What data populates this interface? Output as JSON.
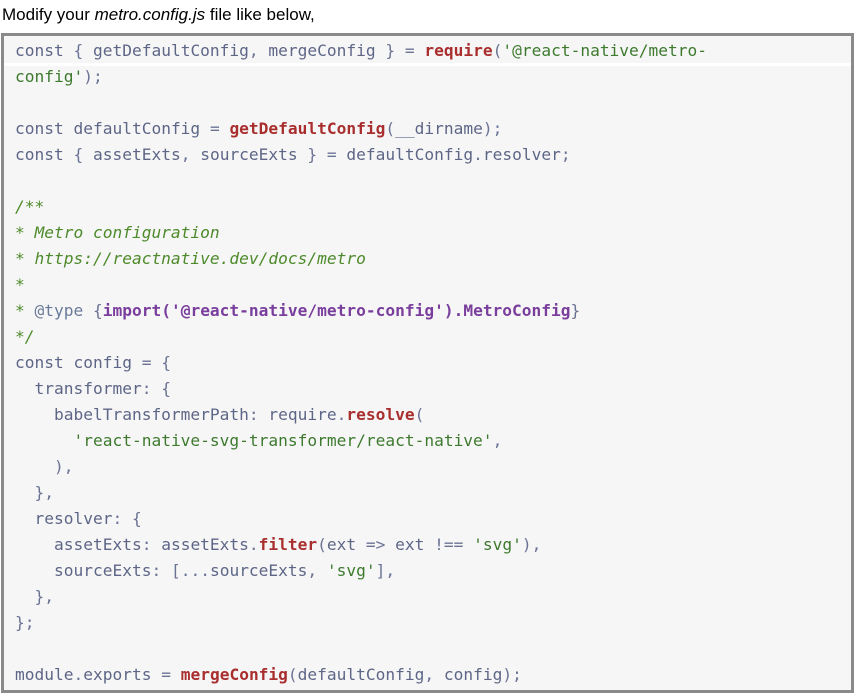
{
  "intro": {
    "prefix": "Modify your ",
    "filename": "metro.config.js",
    "suffix": " file like below,"
  },
  "code": {
    "language": "javascript",
    "lines": [
      [
        [
          "kw",
          "const"
        ],
        [
          "punct",
          " { "
        ],
        [
          "var",
          "getDefaultConfig"
        ],
        [
          "punct",
          ", "
        ],
        [
          "var",
          "mergeConfig"
        ],
        [
          "punct",
          " } "
        ],
        [
          "op",
          "="
        ],
        [
          "punct",
          " "
        ],
        [
          "fn",
          "require"
        ],
        [
          "punct",
          "("
        ],
        [
          "str",
          "'@react-native/metro-"
        ]
      ],
      [
        [
          "str",
          "config'"
        ],
        [
          "punct",
          ");"
        ]
      ],
      [],
      [
        [
          "kw",
          "const"
        ],
        [
          "punct",
          " "
        ],
        [
          "var",
          "defaultConfig"
        ],
        [
          "punct",
          " "
        ],
        [
          "op",
          "="
        ],
        [
          "punct",
          " "
        ],
        [
          "fn",
          "getDefaultConfig"
        ],
        [
          "punct",
          "("
        ],
        [
          "var",
          "__dirname"
        ],
        [
          "punct",
          ");"
        ]
      ],
      [
        [
          "kw",
          "const"
        ],
        [
          "punct",
          " { "
        ],
        [
          "var",
          "assetExts"
        ],
        [
          "punct",
          ", "
        ],
        [
          "var",
          "sourceExts"
        ],
        [
          "punct",
          " } "
        ],
        [
          "op",
          "="
        ],
        [
          "punct",
          " "
        ],
        [
          "var",
          "defaultConfig"
        ],
        [
          "punct",
          "."
        ],
        [
          "prop",
          "resolver"
        ],
        [
          "punct",
          ";"
        ]
      ],
      [],
      [
        [
          "cm",
          "/**"
        ]
      ],
      [
        [
          "cm",
          "* Metro configuration"
        ]
      ],
      [
        [
          "cm",
          "* https://reactnative.dev/docs/metro"
        ]
      ],
      [
        [
          "cm",
          "*"
        ]
      ],
      [
        [
          "cm",
          "* "
        ],
        [
          "tag",
          "@type"
        ],
        [
          "punct",
          " {"
        ],
        [
          "imp",
          "import('@react-native/metro-config').MetroConfig"
        ],
        [
          "punct",
          "}"
        ]
      ],
      [
        [
          "cm",
          "*/"
        ]
      ],
      [
        [
          "kw",
          "const"
        ],
        [
          "punct",
          " "
        ],
        [
          "var",
          "config"
        ],
        [
          "punct",
          " "
        ],
        [
          "op",
          "="
        ],
        [
          "punct",
          " {"
        ]
      ],
      [
        [
          "punct",
          "  "
        ],
        [
          "prop",
          "transformer"
        ],
        [
          "punct",
          ": {"
        ]
      ],
      [
        [
          "punct",
          "    "
        ],
        [
          "prop",
          "babelTransformerPath"
        ],
        [
          "punct",
          ": "
        ],
        [
          "var",
          "require"
        ],
        [
          "punct",
          "."
        ],
        [
          "fn",
          "resolve"
        ],
        [
          "punct",
          "("
        ]
      ],
      [
        [
          "punct",
          "      "
        ],
        [
          "str",
          "'react-native-svg-transformer/react-native'"
        ],
        [
          "punct",
          ","
        ]
      ],
      [
        [
          "punct",
          "    ),"
        ]
      ],
      [
        [
          "punct",
          "  },"
        ]
      ],
      [
        [
          "punct",
          "  "
        ],
        [
          "prop",
          "resolver"
        ],
        [
          "punct",
          ": {"
        ]
      ],
      [
        [
          "punct",
          "    "
        ],
        [
          "prop",
          "assetExts"
        ],
        [
          "punct",
          ": "
        ],
        [
          "var",
          "assetExts"
        ],
        [
          "punct",
          "."
        ],
        [
          "fn",
          "filter"
        ],
        [
          "punct",
          "("
        ],
        [
          "var",
          "ext"
        ],
        [
          "punct",
          " "
        ],
        [
          "op",
          "=>"
        ],
        [
          "punct",
          " "
        ],
        [
          "var",
          "ext"
        ],
        [
          "punct",
          " "
        ],
        [
          "op",
          "!=="
        ],
        [
          "punct",
          " "
        ],
        [
          "str",
          "'svg'"
        ],
        [
          "punct",
          "),"
        ]
      ],
      [
        [
          "punct",
          "    "
        ],
        [
          "prop",
          "sourceExts"
        ],
        [
          "punct",
          ": ["
        ],
        [
          "op",
          "..."
        ],
        [
          "var",
          "sourceExts"
        ],
        [
          "punct",
          ", "
        ],
        [
          "str",
          "'svg'"
        ],
        [
          "punct",
          "],"
        ]
      ],
      [
        [
          "punct",
          "  },"
        ]
      ],
      [
        [
          "punct",
          "};"
        ]
      ],
      [],
      [
        [
          "var",
          "module"
        ],
        [
          "punct",
          "."
        ],
        [
          "prop",
          "exports"
        ],
        [
          "punct",
          " "
        ],
        [
          "op",
          "="
        ],
        [
          "punct",
          " "
        ],
        [
          "fn",
          "mergeConfig"
        ],
        [
          "punct",
          "("
        ],
        [
          "var",
          "defaultConfig"
        ],
        [
          "punct",
          ", "
        ],
        [
          "var",
          "config"
        ],
        [
          "punct",
          ");"
        ]
      ]
    ]
  }
}
